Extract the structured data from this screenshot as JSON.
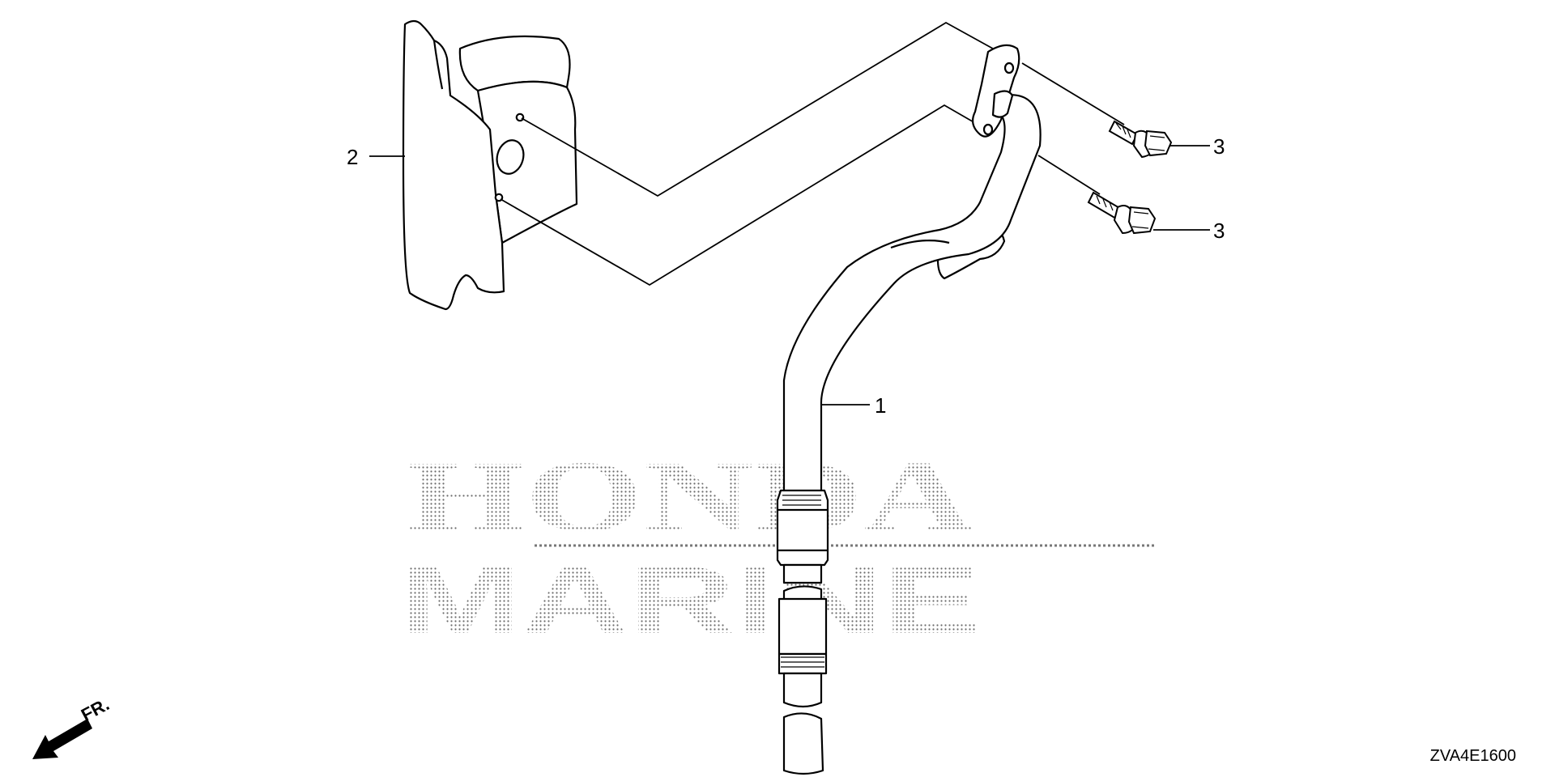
{
  "watermark": {
    "line1": "HONDA",
    "line2": "MARINE"
  },
  "callouts": [
    {
      "id": "1",
      "label": "1"
    },
    {
      "id": "2",
      "label": "2"
    },
    {
      "id": "3a",
      "label": "3"
    },
    {
      "id": "3b",
      "label": "3"
    }
  ],
  "direction_label": "FR.",
  "part_code": "ZVA4E1600"
}
